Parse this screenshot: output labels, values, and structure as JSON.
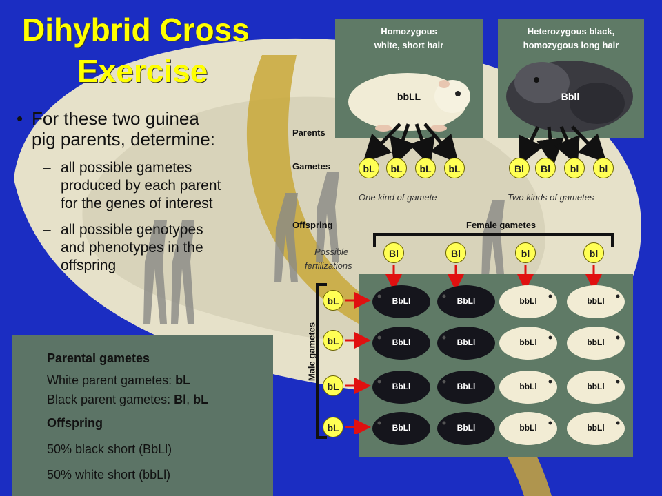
{
  "title": {
    "line1": "Dihybrid Cross",
    "line2": "Exercise"
  },
  "bullets": {
    "main_line1": "For these two guinea",
    "main_line2": "pig parents, determine:",
    "sub1_line1": "all possible gametes",
    "sub1_line2": "produced by each parent",
    "sub1_line3": "for the genes of interest",
    "sub2_line1": "all possible genotypes",
    "sub2_line2": "and phenotypes in the",
    "sub2_line3": "offspring"
  },
  "parents": {
    "white": {
      "header1": "Homozygous",
      "header2": "white, short hair",
      "genotype": "bbLL"
    },
    "black": {
      "header1": "Heterozygous  black,",
      "header2": "homozygous  long hair",
      "genotype": "Bbll"
    }
  },
  "row_labels": {
    "parents": "Parents",
    "gametes": "Gametes",
    "offspring": "Offspring",
    "female_gametes": "Female  gametes",
    "male_gametes": "Male  gametes"
  },
  "gametes": {
    "white": [
      "bL",
      "bL",
      "bL",
      "bL"
    ],
    "black": [
      "Bl",
      "Bl",
      "bl",
      "bl"
    ],
    "note_white": "One  kind of gamete",
    "note_black": "Two kinds of gametes"
  },
  "possible_fertilizations": {
    "line1": "Possible",
    "line2": "fertilizations"
  },
  "female_gametes": [
    "Bl",
    "Bl",
    "bl",
    "bl"
  ],
  "male_gametes": [
    "bL",
    "bL",
    "bL",
    "bL"
  ],
  "offspring_grid": [
    [
      "BbLl",
      "BbLl",
      "bbLl",
      "bbLl"
    ],
    [
      "BbLl",
      "BbLl",
      "bbLl",
      "bbLl"
    ],
    [
      "BbLl",
      "BbLl",
      "bbLl",
      "bbLl"
    ],
    [
      "BbLl",
      "BbLl",
      "bbLl",
      "bbLl"
    ]
  ],
  "summary": {
    "heading1": "Parental gametes",
    "white_prefix": "White parent gametes: ",
    "white_value": "bL",
    "black_prefix": "Black parent gametes: ",
    "black_value1": "Bl",
    "black_sep": ", ",
    "black_value2": "bL",
    "heading2": "Offspring",
    "line1": "50% black short (BbLl)",
    "line2": "50% white short (bbLl)"
  },
  "colors": {
    "background": "#1b2dc2",
    "title": "#ffff00",
    "gamete_circle": "#ffff55",
    "arrow": "#e01010",
    "panel": "#5f7a66"
  }
}
